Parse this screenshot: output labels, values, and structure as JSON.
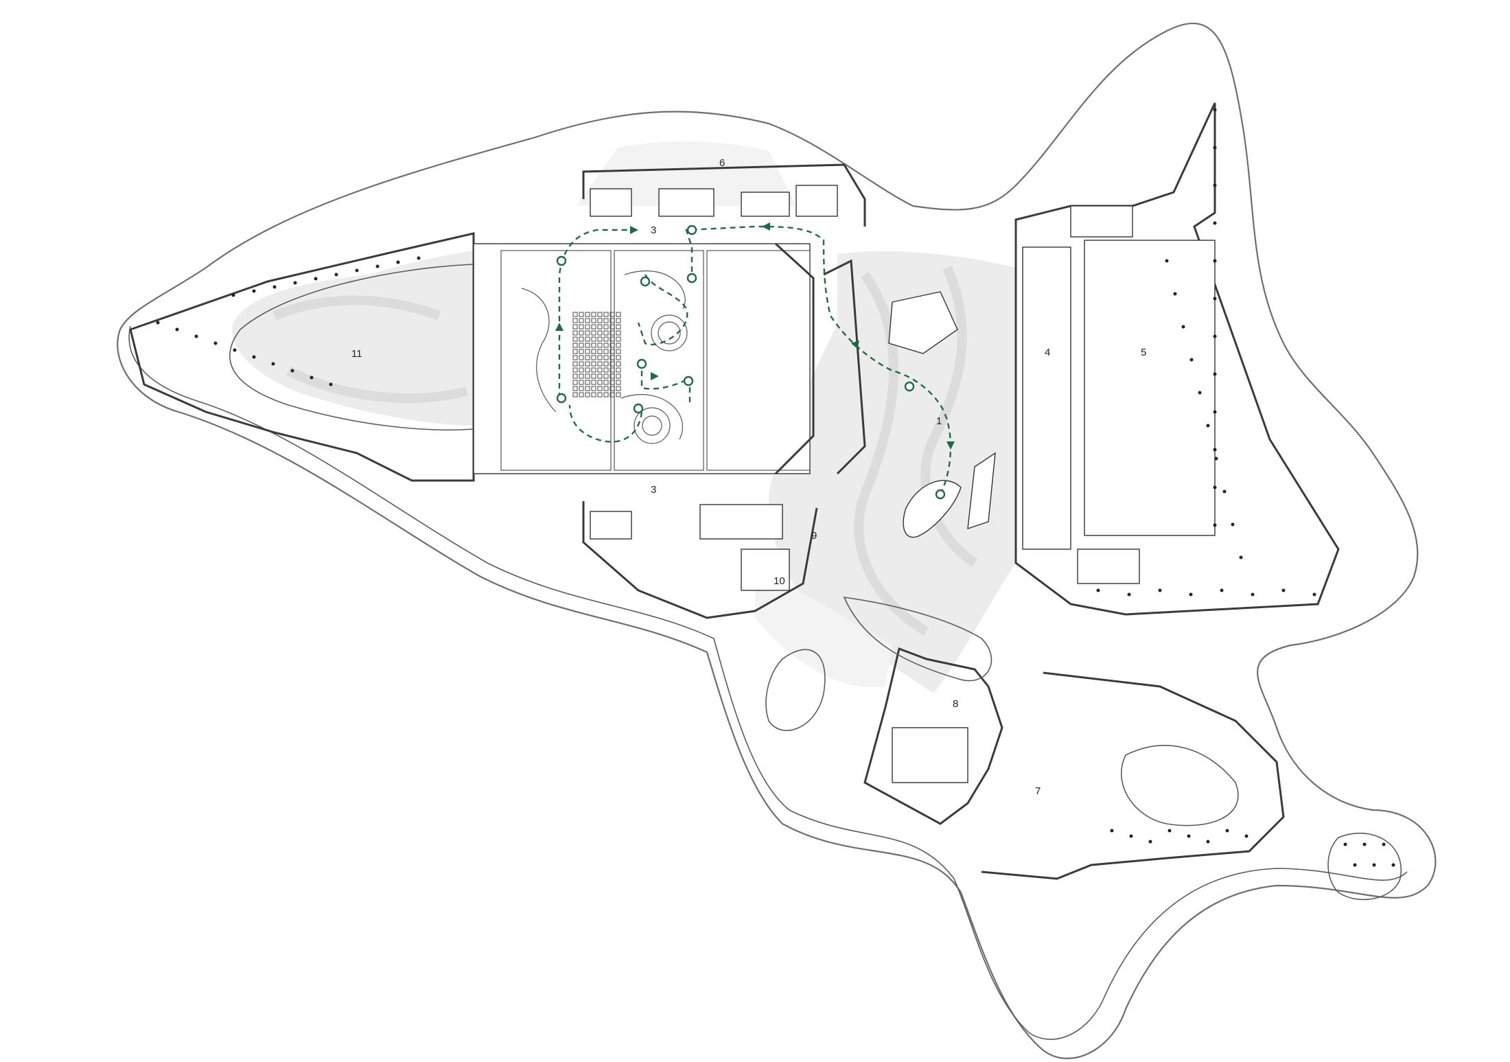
{
  "labels": {
    "area_1": "1",
    "area_3_top": "3",
    "area_3_bottom": "3",
    "area_4": "4",
    "area_5": "5",
    "area_6": "6",
    "area_7": "7",
    "area_8": "8",
    "area_9": "9",
    "area_10": "10",
    "area_11": "11"
  },
  "colors": {
    "route": "#1f6b45",
    "outline": "#6e6e6e",
    "shade": "#ececec"
  }
}
